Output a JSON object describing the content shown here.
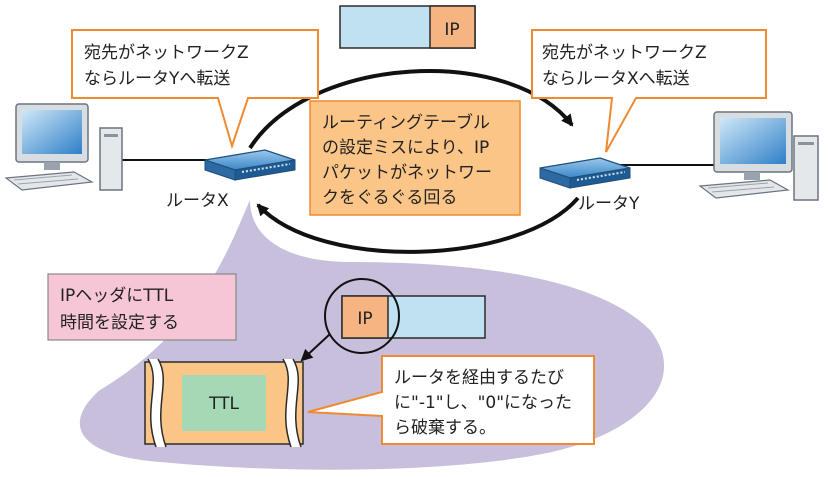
{
  "top_packet": {
    "label": "IP"
  },
  "callout_x": {
    "line1": "宛先がネットワークZ",
    "line2": "ならルータYへ転送"
  },
  "callout_y": {
    "line1": "宛先がネットワークZ",
    "line2": "ならルータXへ転送"
  },
  "center_box": {
    "line1": "ルーティングテーブル",
    "line2": "の設定ミスにより、IP",
    "line3": "パケットがネットワー",
    "line4": "クをぐるぐる回る"
  },
  "router_x": {
    "label": "ルータX"
  },
  "router_y": {
    "label": "ルータY"
  },
  "ttl_note": {
    "line1": "IPヘッダにTTL",
    "line2": "時間を設定する"
  },
  "zoom_packet": {
    "label": "IP"
  },
  "ttl_field": {
    "label": "TTL"
  },
  "decrement_note": {
    "line1": "ルータを経由するたび",
    "line2": "に\"-1\"し、\"0\"になった",
    "line3": "ら破棄する。"
  },
  "colors": {
    "packet_body": "#bfe1f2",
    "ip_header": "#f6b482",
    "callout_border": "#f08a30",
    "center_box_fill": "#fcc588",
    "ttl_note_fill": "#f7c6d6",
    "purple_area": "#c7bfdb",
    "ttl_fill": "#a5d9b5",
    "router": "#3a86c8"
  }
}
